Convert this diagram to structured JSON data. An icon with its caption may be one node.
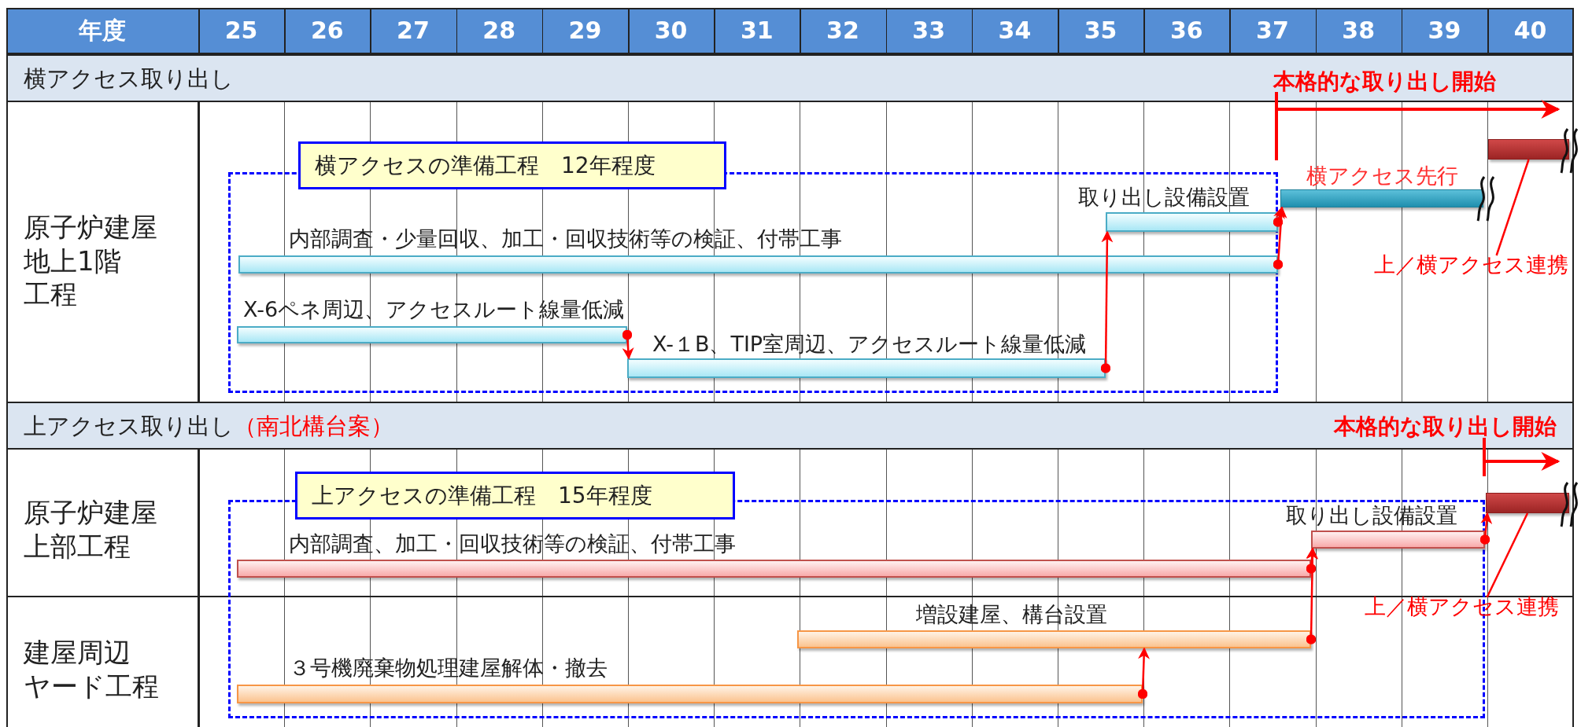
{
  "diagram": {
    "nodes": [
      {
        "text": [
          "横アクセスの準備工程　12年程度"
        ]
      },
      {
        "text": [],
        "shape": "bar"
      },
      {
        "text": [
          "横アクセス先行"
        ]
      },
      {
        "text": [
          "取り出し設備設置"
        ],
        "in": 0
      },
      {
        "text": [
          "内部調査・少量回収、加工・回収技術等の検証、付帯工事"
        ],
        "in": 0
      },
      {
        "text": [
          "上／横アクセス連携"
        ]
      },
      {
        "text": [
          "X-6ペネ周辺、アクセスルート線量低減"
        ],
        "in": 0
      },
      {
        "text": [
          "X-１B、TIP室周辺、アクセスルート線量低減"
        ],
        "in": 0
      },
      {
        "text": [
          "上アクセスの準備工程　15年程度"
        ]
      },
      {
        "text": [],
        "shape": "bar"
      },
      {
        "text": [
          "取り出し設備設置"
        ],
        "in": 8
      },
      {
        "text": [
          "内部調査、加工・回収技術等の検証、付帯工事"
        ],
        "in": 8
      },
      {
        "text": [
          "上／横アクセス連携"
        ]
      },
      {
        "text": [
          "増設建屋、構台設置"
        ],
        "in": 8
      },
      {
        "text": [
          "３号機廃棄物処理建屋解体・撤去"
        ],
        "in": 8
      }
    ],
    "edges": [
      {
        "from": 6,
        "to": 7,
        "arrow": "to"
      },
      {
        "from": 7,
        "to": 3,
        "arrow": "to"
      },
      {
        "from": 4,
        "to": 2,
        "arrow": "to"
      },
      {
        "from": 3,
        "to": 2,
        "arrow": "to"
      },
      {
        "from": 5,
        "to": 1,
        "arrow": "none"
      },
      {
        "from": 14,
        "to": 13,
        "arrow": "to"
      },
      {
        "from": 13,
        "to": 10,
        "arrow": "to"
      },
      {
        "from": 11,
        "to": 10,
        "arrow": "to"
      },
      {
        "from": 10,
        "to": 9,
        "arrow": "to"
      },
      {
        "from": 12,
        "to": 9,
        "arrow": "none"
      }
    ],
    "labels": [
      "年度",
      "25",
      "26",
      "27",
      "28",
      "29",
      "30",
      "31",
      "32",
      "33",
      "34",
      "35",
      "36",
      "37",
      "38",
      "39",
      "40",
      "横アクセス取り出し",
      "本格的な取り出し開始",
      "原子炉建屋地上1階工程",
      "上アクセス取り出し",
      "（南北構台案）",
      "本格的な取り出し開始",
      "原子炉建屋上部工程",
      "建屋周辺ヤード工程"
    ]
  }
}
